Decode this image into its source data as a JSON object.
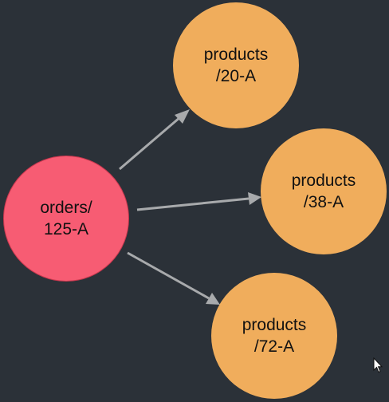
{
  "colors": {
    "background": "#2b3138",
    "source_node": "#f75c73",
    "target_node": "#f0ad5c",
    "edge": "#a8aaac"
  },
  "nodes": {
    "source": {
      "label": "orders/\n125-A"
    },
    "targets": [
      {
        "label": "products\n/20-A"
      },
      {
        "label": "products\n/38-A"
      },
      {
        "label": "products\n/72-A"
      }
    ]
  },
  "cursor_icon": "arrow-pointer-icon"
}
